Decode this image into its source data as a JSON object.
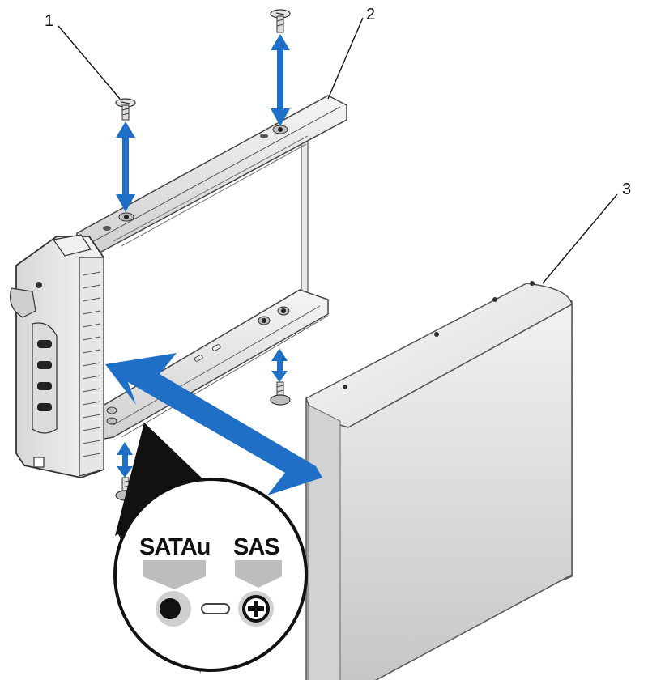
{
  "callouts": [
    {
      "id": "screw",
      "label": "1"
    },
    {
      "id": "drive-carrier",
      "label": "2"
    },
    {
      "id": "hard-drive",
      "label": "3"
    }
  ],
  "zoom": {
    "label_left": "SATAu",
    "label_right": "SAS"
  },
  "colors": {
    "arrow": "#1f6fc7",
    "metal_light": "#eeeeee",
    "metal_mid": "#c9c9c9",
    "metal_dark": "#8a8a8a",
    "line": "#222222"
  }
}
